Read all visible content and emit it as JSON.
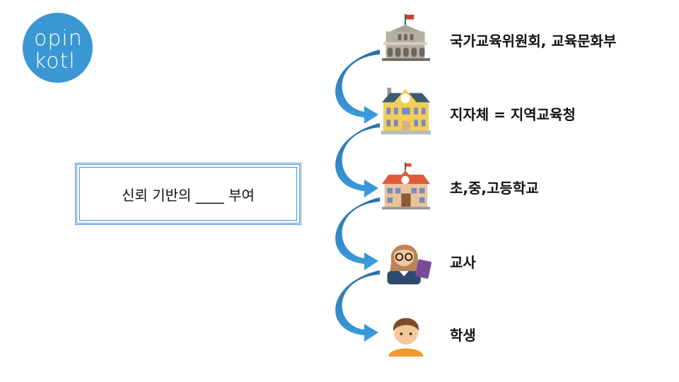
{
  "logo": {
    "line1": "opin",
    "line2": "kotl"
  },
  "box": {
    "text": "신뢰 기반의 ____ 부여"
  },
  "hierarchy": [
    {
      "label": "국가교육위원회, 교육문화부",
      "icon": "government-building-icon"
    },
    {
      "label": "지자체 = 지역교육청",
      "icon": "school-building-icon"
    },
    {
      "label": "초,중,고등학교",
      "icon": "school-icon"
    },
    {
      "label": "교사",
      "icon": "teacher-icon"
    },
    {
      "label": "학생",
      "icon": "student-icon"
    }
  ],
  "colors": {
    "arrow": "#3a97d3",
    "arrow_dark": "#2a6fa8",
    "logo": "#3a97d3"
  }
}
